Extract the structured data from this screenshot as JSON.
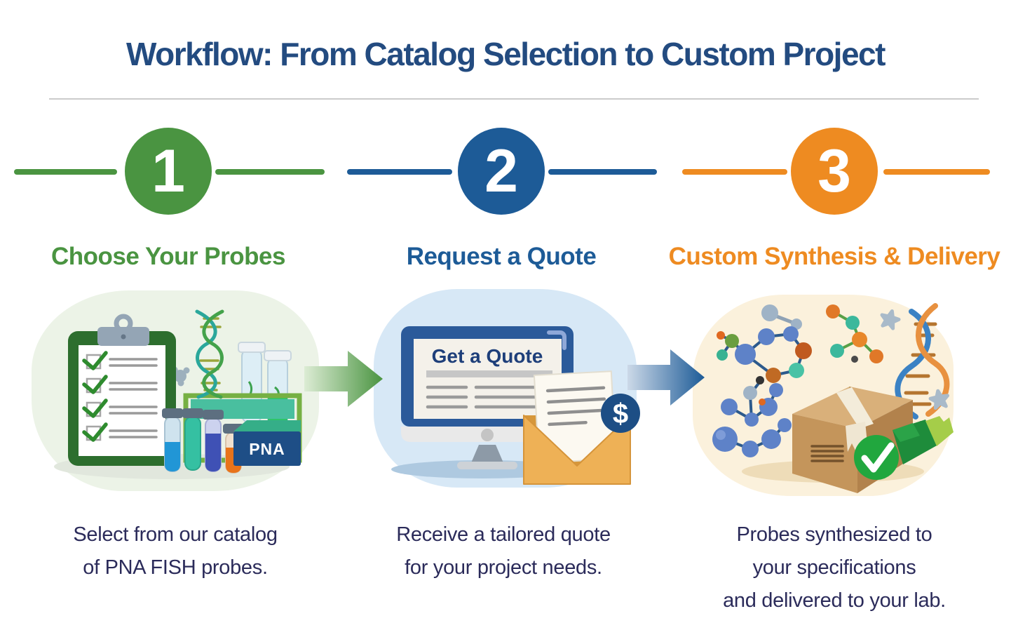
{
  "title": "Workflow: From Catalog Selection to Custom Project",
  "steps": [
    {
      "number": "1",
      "heading": "Choose Your Probes",
      "accent_color": "#4a9441",
      "description_lines": [
        "Select from our catalog",
        "of PNA FISH probes."
      ],
      "illustration": {
        "name": "catalog-selection-illustration",
        "elements": [
          "clipboard-checklist-icon",
          "dna-helix-icon",
          "puzzle-piece-icon",
          "tall-test-tubes-icon",
          "test-tube-rack-icon",
          "test-tubes-icon",
          "pna-box-icon"
        ],
        "checklist_items": 4,
        "box_label": "PNA"
      }
    },
    {
      "number": "2",
      "heading": "Request a Quote",
      "accent_color": "#1d5b97",
      "description_lines": [
        "Receive a tailored quote",
        "for your project needs."
      ],
      "illustration": {
        "name": "quote-request-illustration",
        "elements": [
          "desktop-monitor-icon",
          "quote-form-lines",
          "envelope-letter-icon",
          "dollar-badge-icon"
        ],
        "screen_title": "Get a Quote",
        "currency_symbol": "$"
      }
    },
    {
      "number": "3",
      "heading": "Custom Synthesis & Delivery",
      "accent_color": "#ee8b21",
      "description_lines": [
        "Probes synthesized to",
        "your specifications",
        "and delivered to your lab."
      ],
      "illustration": {
        "name": "synthesis-delivery-illustration",
        "elements": [
          "molecule-ring-icon",
          "molecule-dumbbell-icon",
          "molecule-branch-icon",
          "molecule-chain-icon",
          "molecule-cluster-icon",
          "dna-strand-icon",
          "star-shape-icon",
          "package-box-icon",
          "green-ribbon-icon",
          "check-badge-icon"
        ]
      }
    }
  ],
  "connectors": [
    {
      "name": "arrow-step1-step2",
      "style": "green-gradient-right-arrow"
    },
    {
      "name": "arrow-step2-step3",
      "style": "blue-gradient-right-arrow"
    }
  ],
  "colors": {
    "title_text": "#234b80",
    "description_text": "#2b2b5a",
    "divider": "#cbcbcb",
    "step1_accent": "#4a9441",
    "step2_accent": "#1d5b97",
    "step3_accent": "#ee8b21",
    "blob1_background": "#ecf3e7",
    "blob2_background": "#d7e8f6",
    "blob3_background": "#fbf1dc"
  }
}
